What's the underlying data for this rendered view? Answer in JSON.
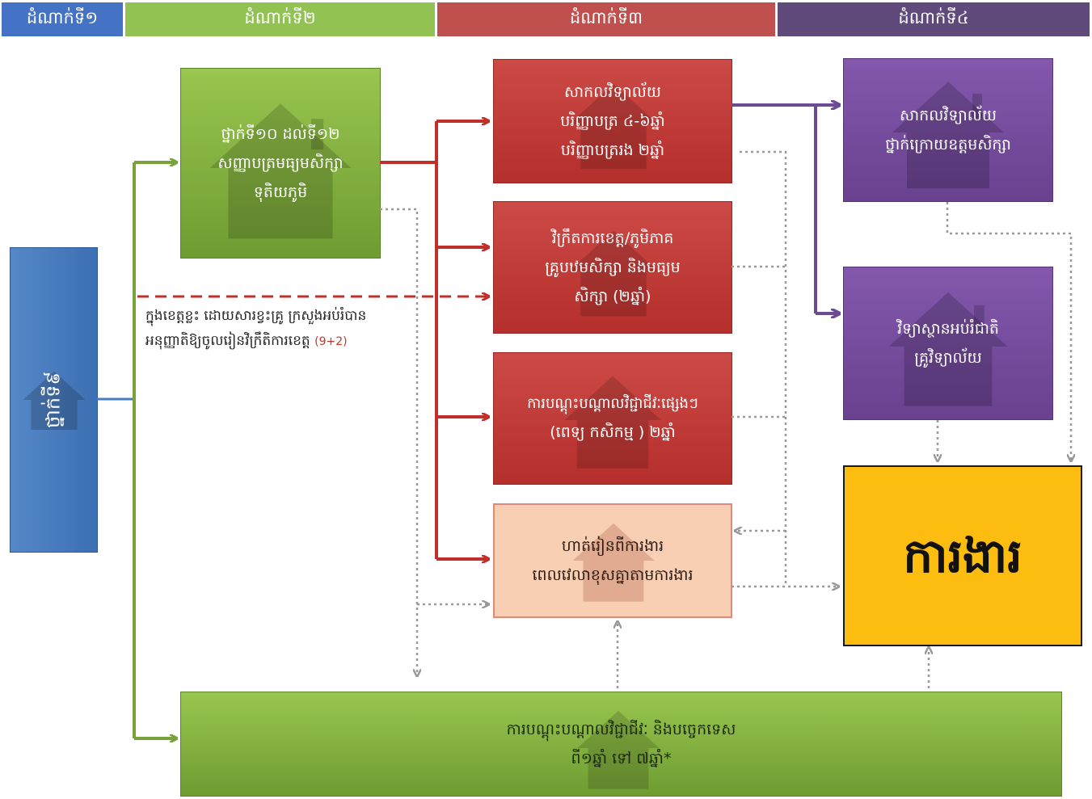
{
  "stages": [
    {
      "label": "ដំណាក់ទី១",
      "color": "#4472c4"
    },
    {
      "label": "ដំណាក់ទី២",
      "color": "#92c352"
    },
    {
      "label": "ដំណាក់ទី៣",
      "color": "#c0504d"
    },
    {
      "label": "ដំណាក់ទី៤",
      "color": "#604a7b"
    }
  ],
  "start_box": {
    "label": "ថ្នាក់ទី៩"
  },
  "upper_secondary": {
    "lines": [
      "ថ្នាក់ទី១០ ដល់ទី១២",
      "សញ្ញាបត្រមធ្យមសិក្សា",
      "ទុតិយភូមិ"
    ]
  },
  "university": {
    "lines": [
      "សាកលវិទ្យាល័យ",
      "បរិញ្ញាបត្រ ៤-៦ឆ្នាំ",
      "បរិញ្ញាបត្ររង ២ឆ្នាំ"
    ]
  },
  "teacher_college": {
    "lines": [
      "វិក្រឹតការខេត្ត/ភូមិភាគ",
      "គ្រូបឋមសិក្សា និងមធ្យម",
      "សិក្សា (២ឆ្នាំ)"
    ]
  },
  "vocational_2yr": {
    "lines": [
      "ការបណ្តុះបណ្តាលវិជ្ជាជីវៈផ្សេងៗ",
      "(ពេទ្យ កសិកម្ម ) ២ឆ្នាំ"
    ]
  },
  "workplace_training": {
    "lines": [
      "ហាត់រៀនពីការងារ",
      "ពេលវេលាខុសគ្នាតាមការងារ"
    ]
  },
  "postgrad": {
    "lines": [
      "សាកលវិទ្យាល័យ",
      "ថ្នាក់ក្រោយឧត្តមសិក្សា"
    ]
  },
  "national_institute": {
    "lines": [
      "វិទ្យាស្ថានអប់រំជាតិ",
      "គ្រូវិទ្យាល័យ"
    ]
  },
  "employment": {
    "label": "ការងារ"
  },
  "vocational_short": {
    "lines": [
      "ការបណ្តុះបណ្តាលវិជ្ជាជីវៈ និងបច្ចេកទេស",
      "ពី១ឆ្នាំ ទៅ ៧ឆ្នាំ*"
    ]
  },
  "note": {
    "text": "ក្នុងខេត្តខ្លះ ដោយសារខ្វះគ្រូ ក្រសួងអប់រំបានអនុញ្ញាតិឱ្យចូលរៀនវិក្រឹតិការខេត្ត",
    "tag": "(9+2)"
  },
  "colors": {
    "green_arrow": "#77a33a",
    "red_arrow": "#c0302b",
    "purple_arrow": "#6b4c94",
    "dotted": "#999999"
  }
}
